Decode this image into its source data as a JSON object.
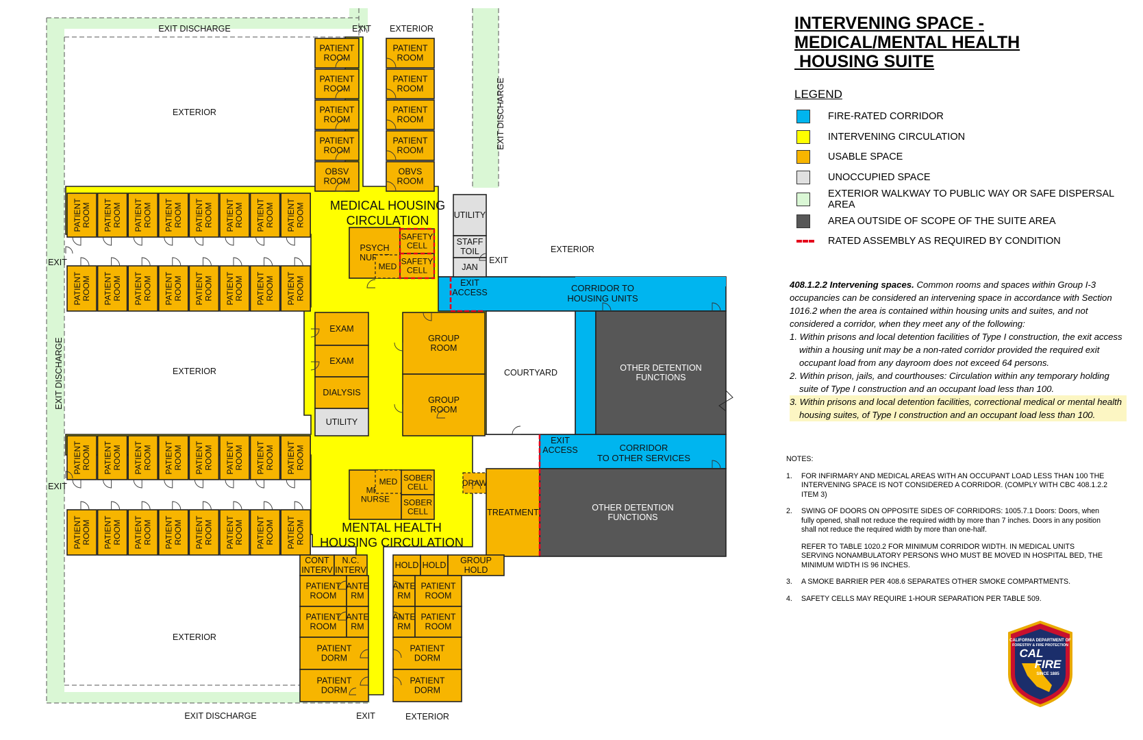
{
  "title": {
    "lines": [
      "INTERVENING SPACE -",
      "MEDICAL/MENTAL HEALTH",
      " HOUSING SUITE"
    ]
  },
  "legend": {
    "heading": "LEGEND",
    "items": [
      {
        "label": "FIRE-RATED CORRIDOR",
        "color": "#00b5ef"
      },
      {
        "label": "INTERVENING CIRCULATION",
        "color": "#ffff00"
      },
      {
        "label": "USABLE SPACE",
        "color": "#f7b500"
      },
      {
        "label": "UNOCCUPIED SPACE",
        "color": "#e0e0e0"
      },
      {
        "label": "EXTERIOR WALKWAY TO PUBLIC WAY OR SAFE DISPERSAL AREA",
        "color": "#daf7d5"
      },
      {
        "label": "AREA OUTSIDE OF SCOPE OF THE SUITE AREA",
        "color": "#575757"
      },
      {
        "label": "RATED ASSEMBLY AS REQUIRED BY CONDITION",
        "color": "#e4001b"
      }
    ]
  },
  "code_section": {
    "heading": "408.1.2.2 Intervening spaces.",
    "intro": " Common rooms and spaces within Group I-3 occupancies can be considered an intervening space in accordance with Section 1016.2 when the area is contained within housing units and suites, and not considered a corridor, when they meet any of the following:",
    "items": [
      "1. Within prisons and local detention facilities of Type I construction, the exit access within a housing unit may be a non-rated corridor provided the required exit occupant load from any dayroom does not exceed 64 persons.",
      "2. Within prison, jails, and courthouses: Circulation within any temporary holding suite of Type I construction and an occupant load less than 100.",
      "3. Within prisons and local detention facilities, correctional medical or mental health housing suites, of Type I construction and an occupant load less than 100."
    ]
  },
  "notes": {
    "heading": "NOTES:",
    "items": [
      {
        "num": "1.",
        "text": "FOR INFIRMARY AND MEDICAL AREAS WITH AN OCCUPANT LOAD LESS THAN 100 THE INTERVENING SPACE IS NOT CONSIDERED A CORRIDOR. (COMPLY WITH CBC 408.1.2.2 ITEM 3)"
      },
      {
        "num": "2.",
        "text": "SWING OF DOORS ON OPPOSITE SIDES OF CORRIDORS: 1005.7.1 Doors: Doors, when fully opened, shall not reduce the required width by more than 7 inches. Doors in any position shall not reduce the required width by more than one-half."
      },
      {
        "num": "",
        "text": "REFER TO TABLE 1020.2 FOR MINIMUM CORRIDOR WIDTH. IN MEDICAL UNITS SERVING NONAMBULATORY PERSONS WHO MUST BE MOVED IN HOSPITAL BED, THE MINIMUM WIDTH IS 96 INCHES."
      },
      {
        "num": "3.",
        "text": "A SMOKE BARRIER PER 408.6 SEPARATES OTHER SMOKE COMPARTMENTS."
      },
      {
        "num": "4.",
        "text": "SAFETY CELLS MAY REQUIRE 1-HOUR SEPARATION PER TABLE 509."
      }
    ]
  },
  "plan": {
    "exterior": "EXTERIOR",
    "exit": "EXIT",
    "exit_discharge": "EXIT DISCHARGE",
    "exit_access": [
      "EXIT",
      "ACCESS"
    ],
    "patient_room": [
      "PATIENT",
      "ROOM"
    ],
    "patient_dorm": [
      "PATIENT",
      "DORM"
    ],
    "obsv_room": [
      "OBSV",
      "ROOM"
    ],
    "obvs_room": [
      "OBVS",
      "ROOM"
    ],
    "utility": "UTILITY",
    "staff_toil": [
      "STAFF",
      "TOIL"
    ],
    "jan": "JAN",
    "psych_nurse": [
      "PSYCH",
      "NURSE"
    ],
    "med": "MED",
    "safety_cell": [
      "SAFETY",
      "CELL"
    ],
    "medical_housing_circulation": [
      "MEDICAL HOUSING",
      "CIRCULATION"
    ],
    "mental_health_housing_circulation": [
      "MENTAL HEALTH",
      "HOUSING CIRCULATION"
    ],
    "exam": "EXAM",
    "dialysis": "DIALYSIS",
    "group_room": [
      "GROUP",
      "ROOM"
    ],
    "courtyard": "COURTYARD",
    "corridor_housing": [
      "CORRIDOR TO",
      "HOUSING UNITS"
    ],
    "corridor_services": [
      "CORRIDOR",
      "TO OTHER SERVICES"
    ],
    "other_detention": [
      "OTHER DETENTION",
      "FUNCTIONS"
    ],
    "sober_cell": [
      "SOBER",
      "CELL"
    ],
    "med_nurse": [
      "MED",
      "NURSE"
    ],
    "draw": "DRAW",
    "treatment": "TREATMENT",
    "cont_interv": [
      "CONT",
      "INTERV"
    ],
    "nc_interv": [
      "N.C.",
      "INTERV"
    ],
    "hold": "HOLD",
    "group_hold": [
      "GROUP",
      "HOLD"
    ],
    "ante_rm": [
      "ANTE",
      "RM"
    ]
  },
  "logo": {
    "top": "CALIFORNIA DEPARTMENT OF",
    "mid": "FORESTRY & FIRE PROTECTION",
    "name1": "CAL",
    "name2": "FIRE",
    "since": "SINCE 1885"
  },
  "colors": {
    "fire_rated": "#00b5ef",
    "circulation": "#ffff00",
    "usable": "#f7b500",
    "unoccupied": "#e0e0e0",
    "exterior_walk": "#daf7d5",
    "out_of_scope": "#575757",
    "rated": "#e4001b"
  }
}
